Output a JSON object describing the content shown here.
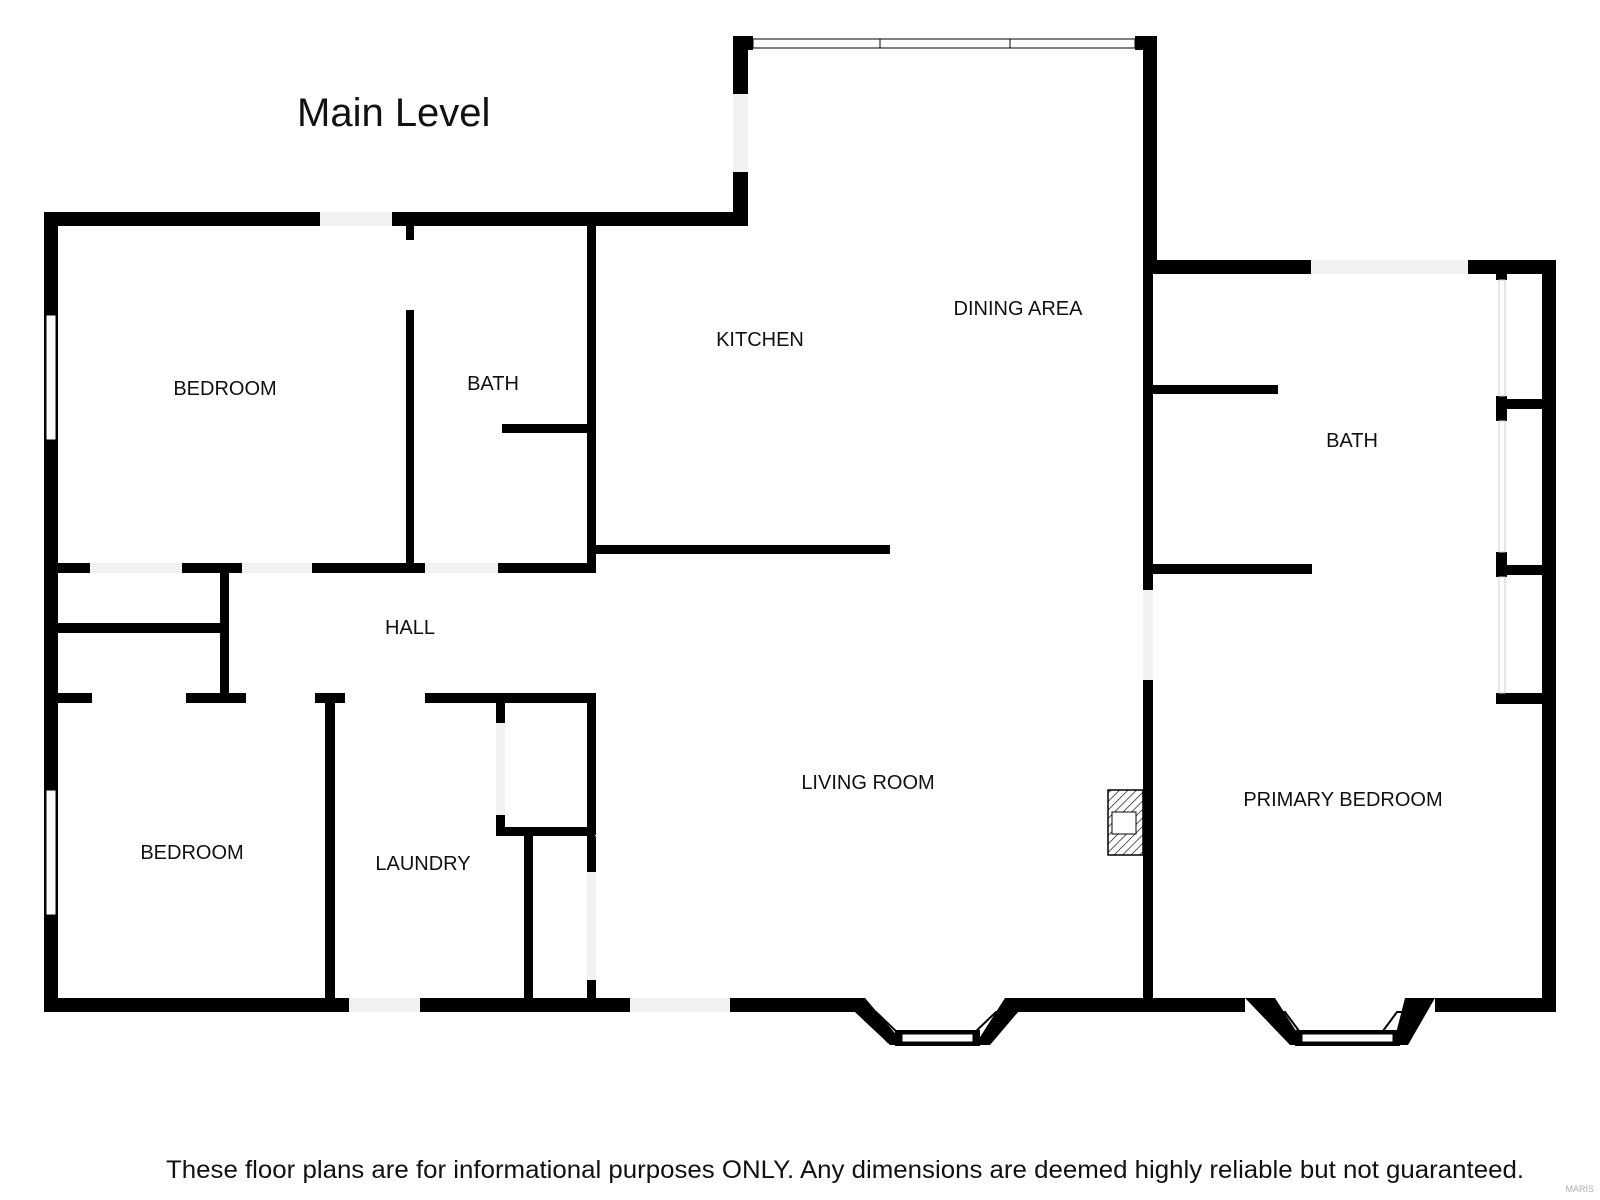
{
  "plan": {
    "title": "Main Level",
    "disclaimer": "These floor plans are for informational purposes ONLY. Any dimensions are deemed highly reliable but not guaranteed.",
    "watermark": "MARIS",
    "colors": {
      "wall": "#000000",
      "background": "#ffffff",
      "window": "#f4f4f4"
    }
  },
  "rooms": [
    {
      "id": "bedroom-1",
      "label": "BEDROOM"
    },
    {
      "id": "bath-1",
      "label": "BATH"
    },
    {
      "id": "kitchen",
      "label": "KITCHEN"
    },
    {
      "id": "dining-area",
      "label": "DINING AREA"
    },
    {
      "id": "bath-2",
      "label": "BATH"
    },
    {
      "id": "hall",
      "label": "HALL"
    },
    {
      "id": "living-room",
      "label": "LIVING ROOM"
    },
    {
      "id": "primary-bedroom",
      "label": "PRIMARY BEDROOM"
    },
    {
      "id": "bedroom-2",
      "label": "BEDROOM"
    },
    {
      "id": "laundry",
      "label": "LAUNDRY"
    }
  ]
}
